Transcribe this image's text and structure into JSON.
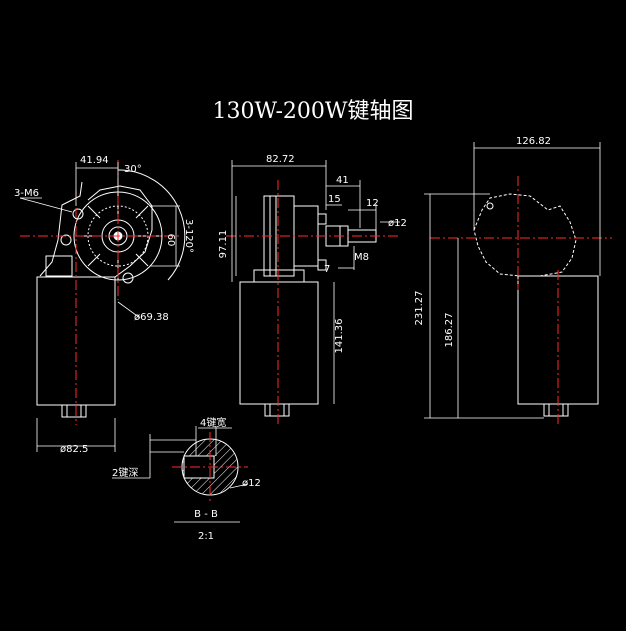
{
  "drawing": {
    "title": "130W-200W键轴图",
    "colors": {
      "background": "#000000",
      "outline": "#ffffff",
      "centerline": "#ff2a2a",
      "dimension": "#ffffff"
    },
    "front_view": {
      "dims": {
        "top_offset": "41.94",
        "angle": "30°",
        "thread": "3-M6",
        "height_60": "60",
        "holes": "3-120°",
        "bolt_circle": "ø69.38",
        "diameter": "ø82.5"
      }
    },
    "side_view": {
      "dims": {
        "width": "82.72",
        "shaft_len": "41",
        "step_15": "15",
        "step_12": "12",
        "shaft_dia": "ø12",
        "thread": "M8",
        "step_7": "7",
        "height_97": "97.11",
        "body_len": "141.36"
      }
    },
    "rear_view": {
      "dims": {
        "width": "126.82",
        "total_height": "231.27",
        "body_height": "186.27"
      }
    },
    "section": {
      "key_width": "4键宽",
      "key_depth": "2键深",
      "diameter": "ø12",
      "label": "B - B",
      "scale": "2:1"
    }
  }
}
